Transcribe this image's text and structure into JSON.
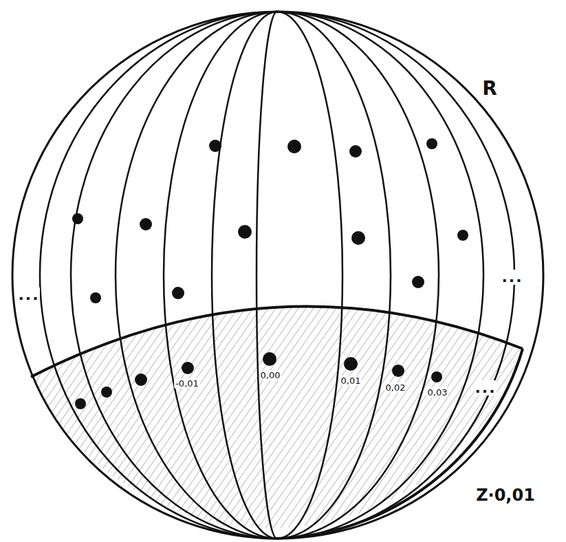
{
  "diagram": {
    "labels": [
      "R",
      "Z·0,01",
      "-0,01",
      "0,00",
      "0,01",
      "0,02",
      "0,03",
      "...",
      "...",
      "..."
    ]
  }
}
